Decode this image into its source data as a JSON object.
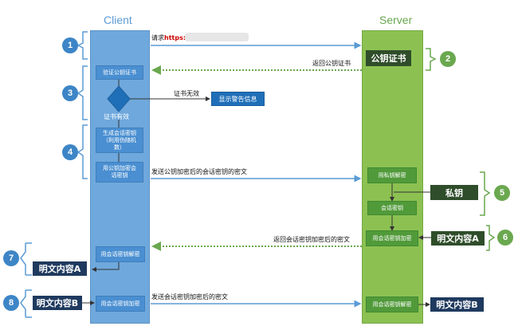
{
  "client_title": "Client",
  "server_title": "Server",
  "steps": {
    "s1": "1",
    "s2": "2",
    "s3": "3",
    "s4": "4",
    "s5": "5",
    "s6": "6",
    "s7": "7",
    "s8": "8"
  },
  "request": {
    "prefix": "请求",
    "url": "https:/"
  },
  "return_pubkey": "返回公钥证书",
  "server_cert": "公钥证书",
  "verify_cert": "验证公钥证书",
  "cert_invalid": "证书无效",
  "show_warning": "显示警告信息",
  "cert_valid": "证书有效",
  "gen_session_key": "生成会话密钥（利用伪随机数）",
  "encrypt_session_key": "用公钥加密会话密钥",
  "send_encrypted_key": "发送公钥加密后的会话密钥的密文",
  "private_key_decrypt": "用私钥解密",
  "private_key": "私钥",
  "session_key": "会话密钥",
  "return_encrypted_by_session": "返回会话密钥加密后的密文",
  "server_encrypt_session": "用会话密钥加密",
  "plaintext_a_right": "明文内容A",
  "client_decrypt_session": "用会话密钥解密",
  "plaintext_a_left": "明文内容A",
  "plaintext_b_left": "明文内容B",
  "client_encrypt_session": "用会话密钥加密",
  "send_encrypted_by_session": "发送会话密钥加密后的密文",
  "server_decrypt_session": "用会话密钥解密",
  "plaintext_b_right": "明文内容B",
  "colors": {
    "client": "#6fa8dc",
    "server": "#8cc152",
    "arrow_blue": "#5b9bd5",
    "arrow_green": "#6aa84f",
    "dark_box": "#1f3a5f"
  }
}
